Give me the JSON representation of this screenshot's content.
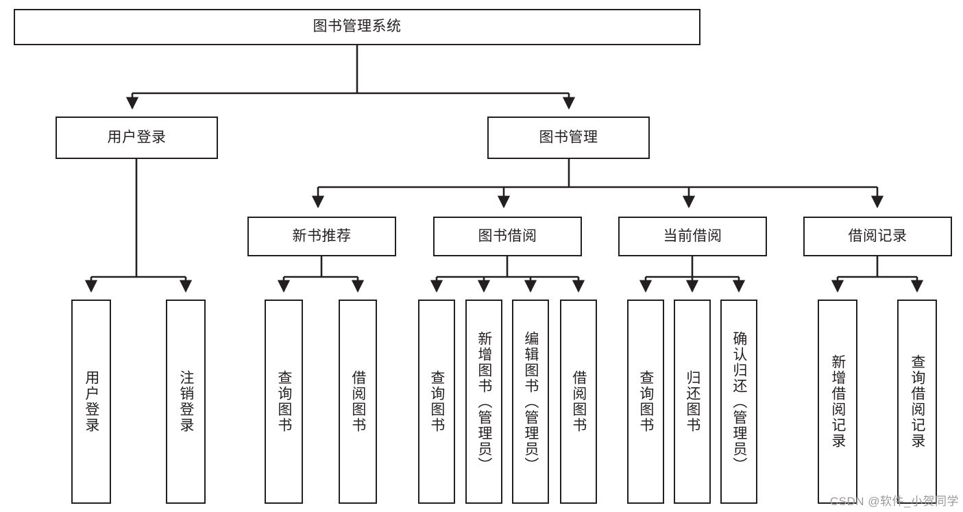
{
  "diagram": {
    "type": "tree",
    "title": "图书管理系统",
    "root": {
      "label": "图书管理系统"
    },
    "level2": [
      {
        "label": "用户登录"
      },
      {
        "label": "图书管理"
      }
    ],
    "level3": [
      {
        "label": "新书推荐"
      },
      {
        "label": "图书借阅"
      },
      {
        "label": "当前借阅"
      },
      {
        "label": "借阅记录"
      }
    ],
    "leaves": {
      "user_login": [
        {
          "label": "用户登录"
        },
        {
          "label": "注销登录"
        }
      ],
      "new_book_recommend": [
        {
          "label": "查询图书"
        },
        {
          "label": "借阅图书"
        }
      ],
      "book_borrow": [
        {
          "label": "查询图书"
        },
        {
          "label": "新增图书（管理员）"
        },
        {
          "label": "编辑图书（管理员）"
        },
        {
          "label": "借阅图书"
        }
      ],
      "current_borrow": [
        {
          "label": "查询图书"
        },
        {
          "label": "归还图书"
        },
        {
          "label": "确认归还（管理员）"
        }
      ],
      "borrow_record": [
        {
          "label": "新增借阅记录"
        },
        {
          "label": "查询借阅记录"
        }
      ]
    }
  },
  "watermark": {
    "text": "CSDN @软件_小贺同学"
  },
  "colors": {
    "stroke": "#231f20",
    "background": "#ffffff",
    "watermark": "#9a9a9a"
  }
}
